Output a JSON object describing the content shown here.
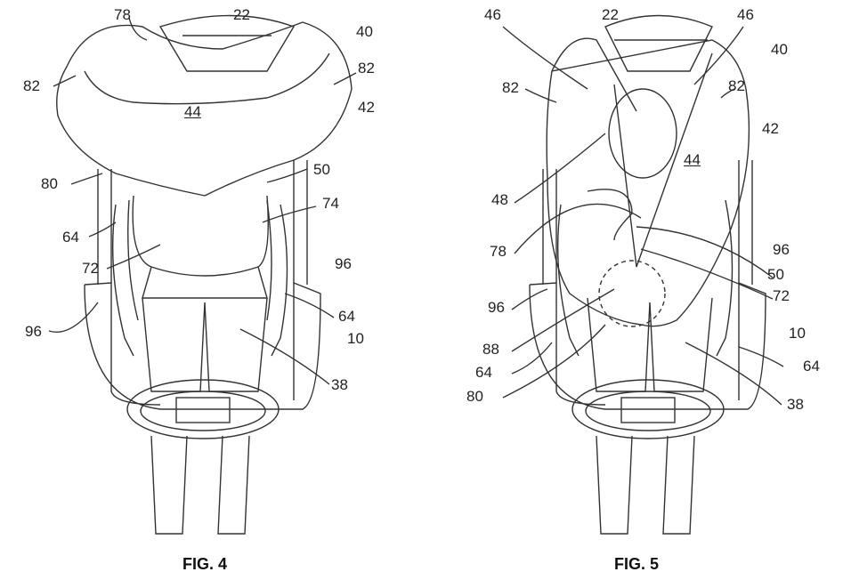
{
  "figures": [
    {
      "caption": "FIG. 4",
      "labels": {
        "l78": "78",
        "l22": "22",
        "l40": "40",
        "l82a": "82",
        "l82b": "82",
        "l42": "42",
        "l44": "44",
        "l80": "80",
        "l50": "50",
        "l64a": "64",
        "l74": "74",
        "l72": "72",
        "l96a": "96",
        "l96b": "96",
        "l64b": "64",
        "l10": "10",
        "l38": "38"
      }
    },
    {
      "caption": "FIG. 5",
      "labels": {
        "l46a": "46",
        "l22": "22",
        "l46b": "46",
        "l40": "40",
        "l82a": "82",
        "l82b": "82",
        "l42": "42",
        "l44": "44",
        "l48": "48",
        "l78": "78",
        "l96a": "96",
        "l50": "50",
        "l72": "72",
        "l96b": "96",
        "l88": "88",
        "l10": "10",
        "l64a": "64",
        "l64b": "64",
        "l80": "80",
        "l38": "38"
      }
    }
  ]
}
